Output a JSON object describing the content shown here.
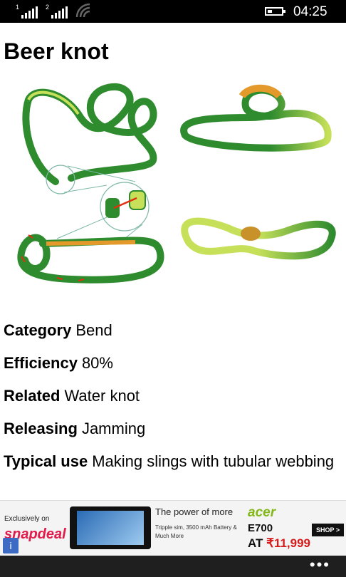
{
  "status_bar": {
    "sim1": "1",
    "sim2": "2",
    "time": "04:25",
    "icons": [
      "signal-icon",
      "signal-icon",
      "wifi-icon",
      "battery-icon"
    ]
  },
  "page": {
    "title": "Beer knot"
  },
  "details": [
    {
      "label": "Category",
      "value": "Bend"
    },
    {
      "label": "Efficiency",
      "value": "80%"
    },
    {
      "label": "Related",
      "value": "Water knot"
    },
    {
      "label": "Releasing",
      "value": "Jamming"
    },
    {
      "label": "Typical use",
      "value": "Making slings with tubular webbing"
    }
  ],
  "ad": {
    "exclusive": "Exclusively on",
    "retailer": "snapdeal",
    "headline": "The power of more",
    "brand": "acer",
    "specs": "Tripple sim, 3500 mAh Battery & Much More",
    "model": "E700",
    "price_prefix": "AT",
    "price": "₹11,999",
    "cta": "SHOP >"
  },
  "app_bar": {
    "more": "•••"
  },
  "colors": {
    "rope_green": "#2e8b2e",
    "rope_yellow": "#c6e05a",
    "knot_orange": "#e39a2a",
    "arrow_red": "#e03010"
  }
}
